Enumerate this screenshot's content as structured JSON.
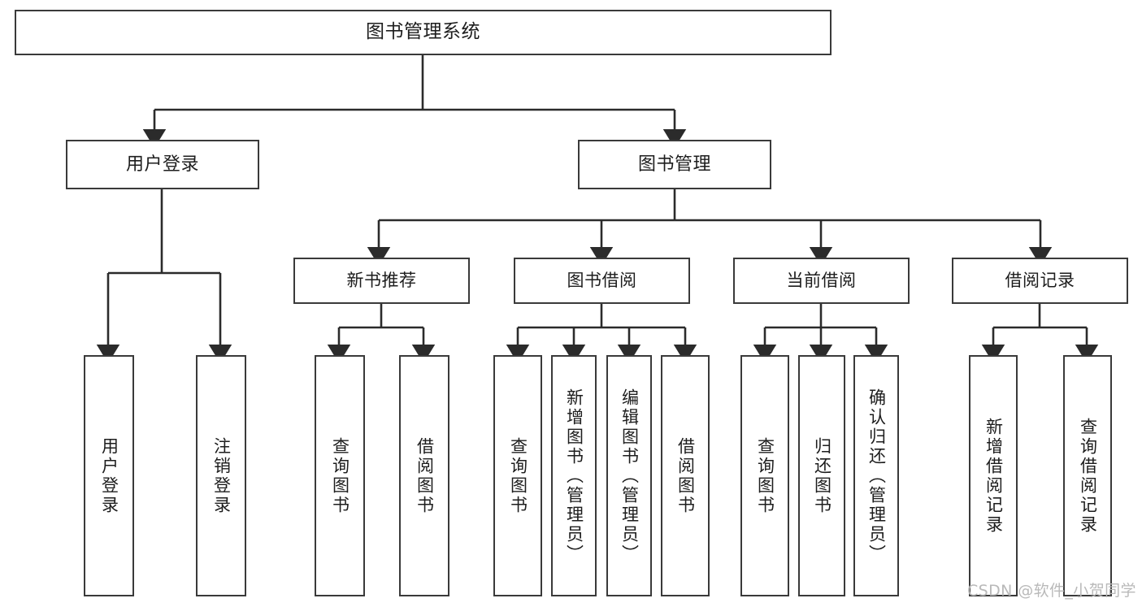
{
  "diagram": {
    "type": "hierarchy-tree",
    "title": "图书管理系统",
    "orientation": "top-down",
    "colors": {
      "node_border": "#3a3a3a",
      "node_fill": "#ffffff",
      "edge": "#2b2b2b",
      "text": "#1d1d1d",
      "watermark": "#b9b9b9"
    },
    "root": {
      "label": "图书管理系统"
    },
    "level2": [
      {
        "label": "用户登录"
      },
      {
        "label": "图书管理"
      }
    ],
    "level3": [
      {
        "label": "新书推荐"
      },
      {
        "label": "图书借阅"
      },
      {
        "label": "当前借阅"
      },
      {
        "label": "借阅记录"
      }
    ],
    "leaves": {
      "user_login": [
        {
          "label": "用户登录"
        },
        {
          "label": "注销登录"
        }
      ],
      "new_book_recommend": [
        {
          "label": "查询图书"
        },
        {
          "label": "借阅图书"
        }
      ],
      "book_borrow": [
        {
          "label": "查询图书"
        },
        {
          "label": "新增图书（管理员）"
        },
        {
          "label": "编辑图书（管理员）"
        },
        {
          "label": "借阅图书"
        }
      ],
      "current_borrow": [
        {
          "label": "查询图书"
        },
        {
          "label": "归还图书"
        },
        {
          "label": "确认归还（管理员）"
        }
      ],
      "borrow_record": [
        {
          "label": "新增借阅记录"
        },
        {
          "label": "查询借阅记录"
        }
      ]
    }
  },
  "watermark": {
    "text": "CSDN @软件_小贺同学"
  }
}
